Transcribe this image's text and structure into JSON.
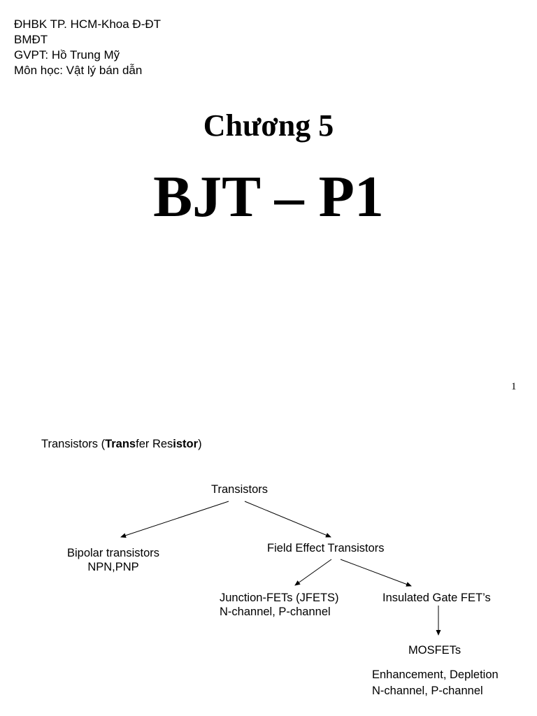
{
  "slide1": {
    "header": [
      "ĐHBK TP. HCM-Khoa Đ-ĐT",
      "BMĐT",
      "GVPT: Hồ Trung Mỹ",
      "Môn học: Vật lý bán dẫn"
    ],
    "chapter": "Chương 5",
    "title": "BJT – P1",
    "page_number": "1"
  },
  "slide2": {
    "intro": {
      "prefix": "Transistors  (",
      "bold1": "Trans",
      "mid": "fer Res",
      "bold2": "istor",
      "suffix": ")"
    },
    "tree": {
      "root": "Transistors",
      "bipolar": [
        "Bipolar transistors",
        "NPN,PNP"
      ],
      "fet": "Field Effect Transistors",
      "jfet": [
        "Junction-FETs (JFETS)",
        "N-channel, P-channel"
      ],
      "igfet": "Insulated Gate FET’s",
      "mosfet": "MOSFETs",
      "mosfet_types": [
        "Enhancement, Depletion",
        "N-channel, P-channel"
      ]
    }
  }
}
